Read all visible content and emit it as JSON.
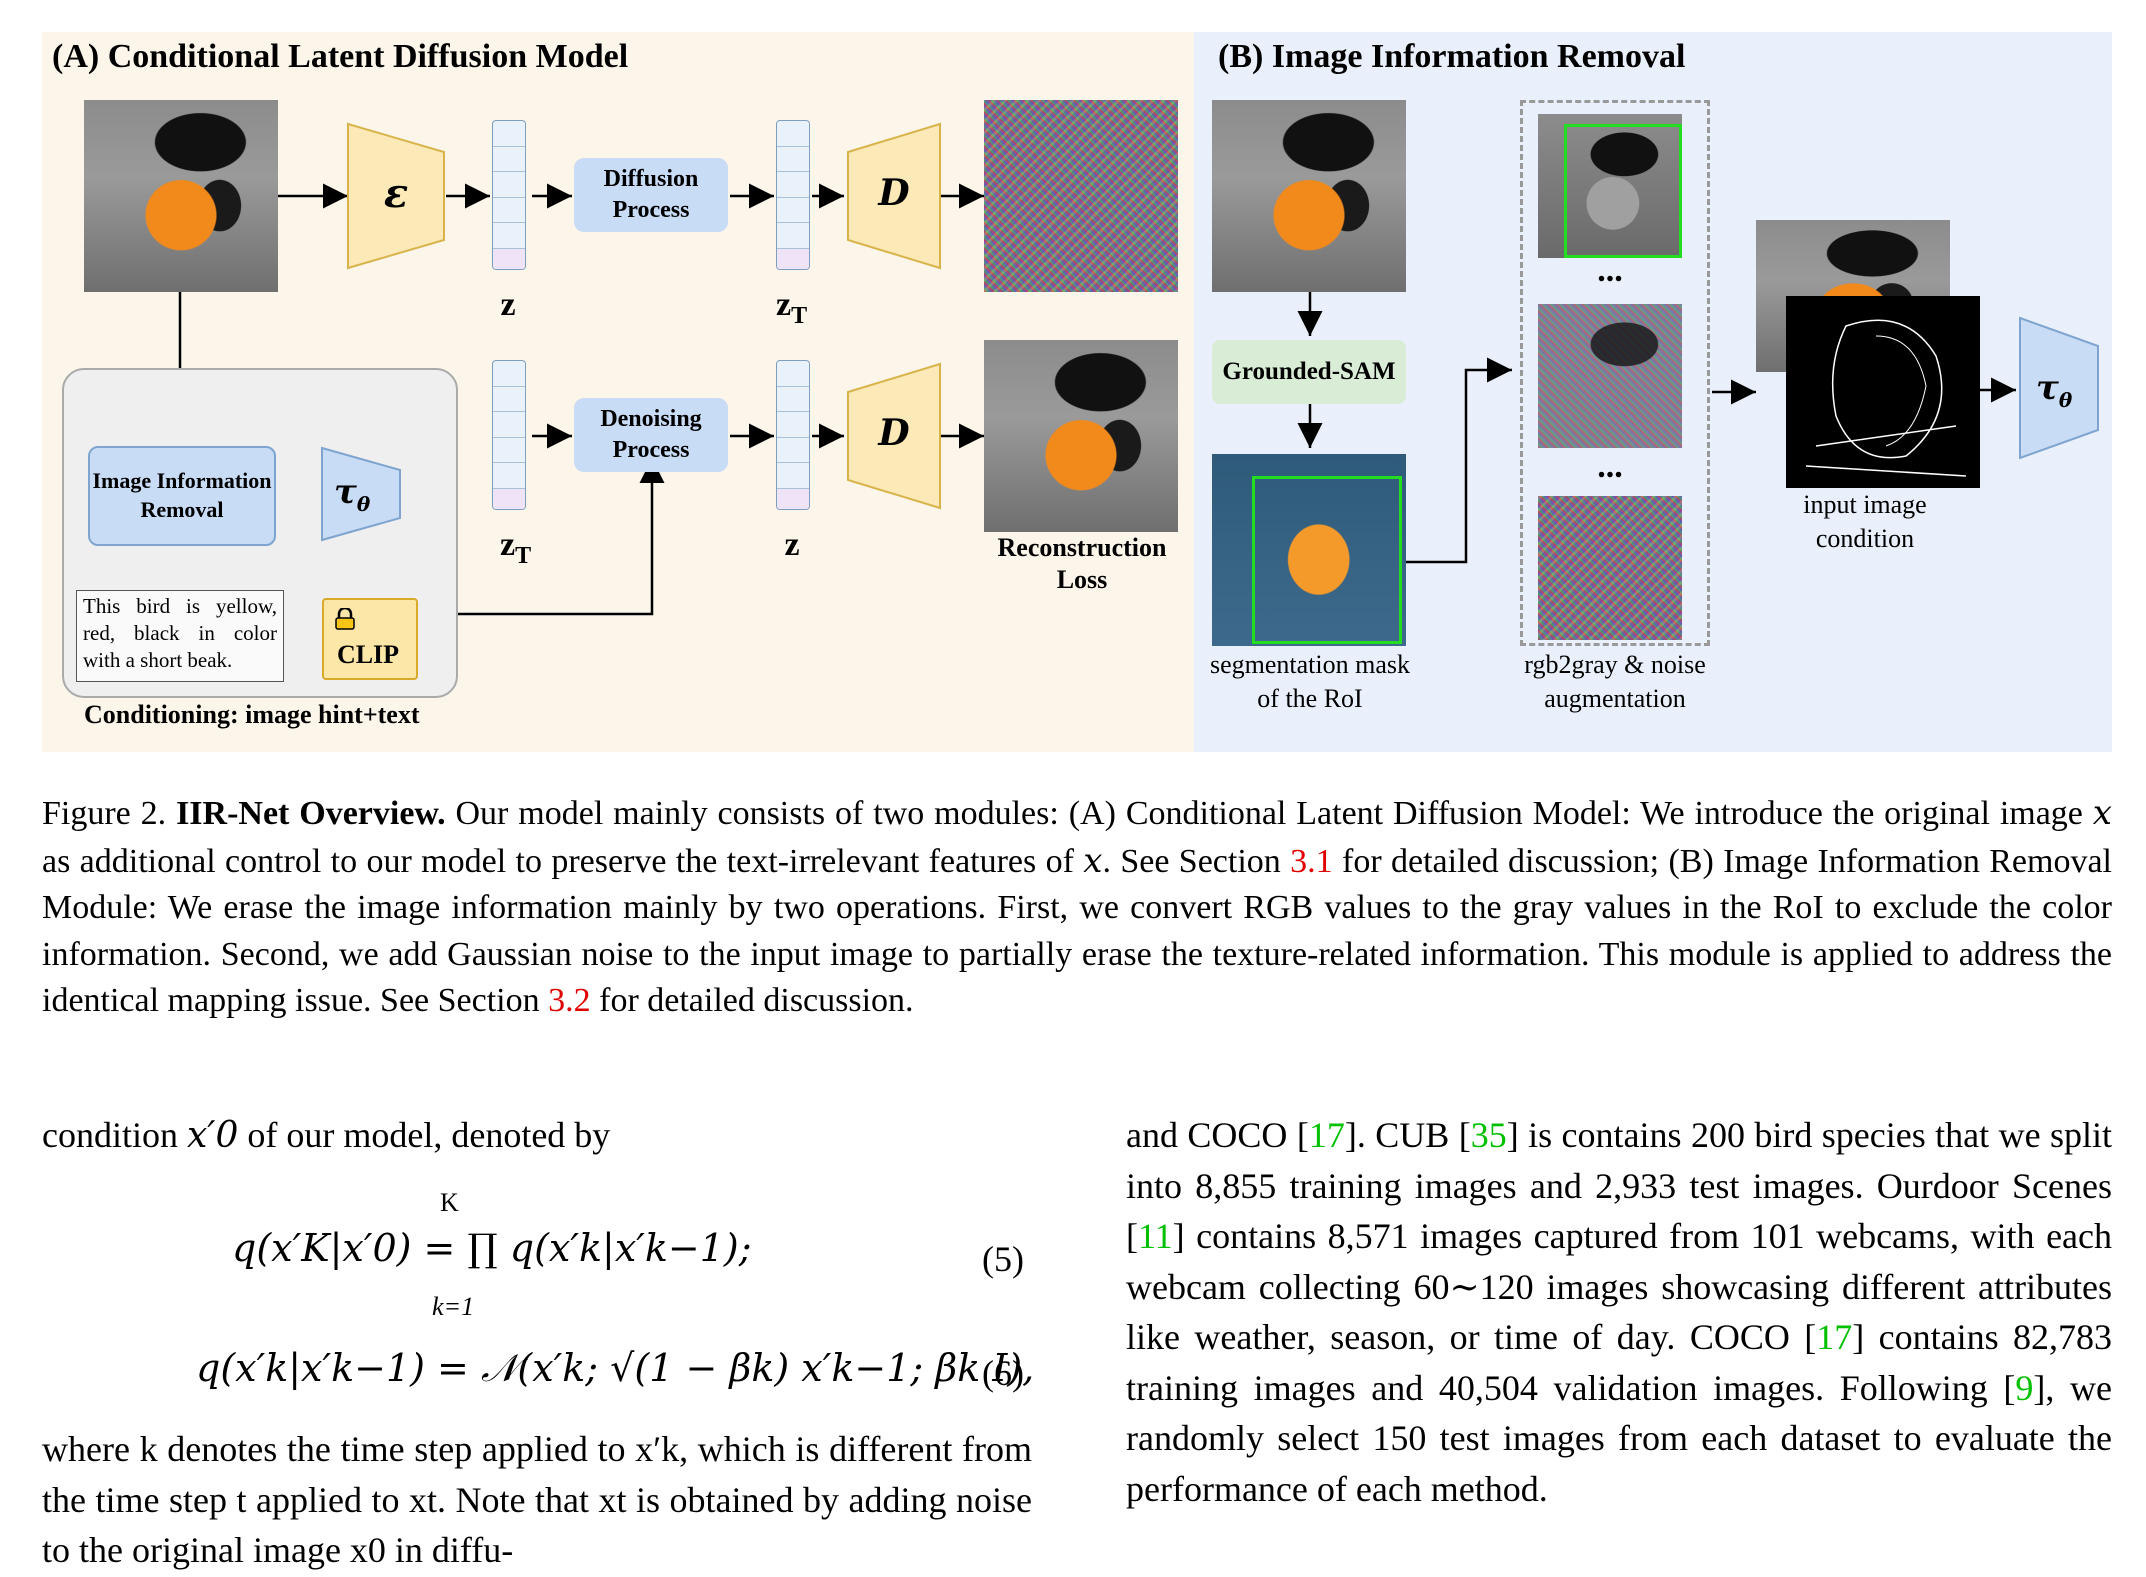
{
  "figure": {
    "panel_a": {
      "title": "(A) Conditional Latent Diffusion Model",
      "encoder_symbol": "ε",
      "decoder_symbol_top": "D",
      "decoder_symbol_bottom": "D",
      "z_label": "z",
      "zt_label_top": "z",
      "zt_sub_top": "T",
      "zt_label_bottom": "z",
      "zt_sub_bottom": "T",
      "z_label_bottom": "z",
      "diffusion_process": "Diffusion Process",
      "denoising_process": "Denoising Process",
      "reconstruction_loss": "Reconstruction Loss",
      "iir_box": "Image Information Removal",
      "tau_symbol": "τ",
      "tau_sub": "θ",
      "text_prompt": "This bird is yellow, red, black in color with a short beak.",
      "clip_label": "CLIP",
      "conditioning_label": "Conditioning: image hint+text"
    },
    "panel_b": {
      "title": "(B) Image Information Removal",
      "grounded_sam": "Grounded-SAM",
      "ellipsis_1": "...",
      "ellipsis_2": "...",
      "seg_caption": "segmentation mask of the RoI",
      "aug_caption": "rgb2gray & noise augmentation",
      "condition_caption": "input image condition",
      "tau_symbol": "τ",
      "tau_sub": "θ"
    },
    "colors": {
      "panel_a_bg": "#fbf5ea",
      "panel_b_bg": "#eaf0fb",
      "encoder_fill": "#fbe9b8",
      "box_fill": "#c9dcf6",
      "sam_fill": "#d8ecd6",
      "roi_box": "#22dd22",
      "link_red": "#e00000",
      "link_green": "#00c000"
    }
  },
  "caption": {
    "prefix": "Figure 2. ",
    "bold": "IIR-Net Overview.",
    "part1": " Our model mainly consists of two modules: (A) Conditional Latent Diffusion Model: We introduce the original image ",
    "var_x": "x",
    "part2": " as additional control to our model to preserve the text-irrelevant features of ",
    "var_x2": "x",
    "part3": ". See Section ",
    "ref1": "3.1",
    "part4": " for detailed discussion; (B) Image Information Removal Module: We erase the image information mainly by two operations. First, we convert RGB values to the gray values in the RoI to exclude the color information. Second, we add Gaussian noise to the input image to partially erase the texture-related information. This module is applied to address the identical mapping issue. See Section ",
    "ref2": "3.2",
    "part5": " for detailed discussion."
  },
  "left_column": {
    "intro": "condition",
    "intro_var": "x′0",
    "intro_rest": " of our model, denoted by",
    "eq5": "q(x′K|x′0) = ∏ q(x′k|x′k−1);",
    "eq5_top": "K",
    "eq5_bottom": "k=1",
    "eq5_num": "(5)",
    "eq6": "q(x′k|x′k−1) = 𝒩(x′k; √(1 − βk) x′k−1; βk I),",
    "eq6_num": "(6)",
    "para": "where k denotes the time step applied to x′k, which is different from the time step t applied to xt. Note that xt is obtained by adding noise to the original image x0 in diffu-"
  },
  "right_column": {
    "t1": "and COCO [",
    "r17a": "17",
    "t2": "]. CUB [",
    "r35": "35",
    "t3": "] is contains 200 bird species that we split into 8,855 training images and 2,933 test images. Ourdoor Scenes [",
    "r11": "11",
    "t4": "] contains 8,571 images captured from 101 webcams, with each webcam collecting 60∼120 images showcasing different attributes like weather, season, or time of day. COCO [",
    "r17b": "17",
    "t5": "] contains 82,783 training images and 40,504 validation images. Following [",
    "r9": "9",
    "t6": "], we randomly select 150 test images from each dataset to evaluate the performance of each method."
  }
}
